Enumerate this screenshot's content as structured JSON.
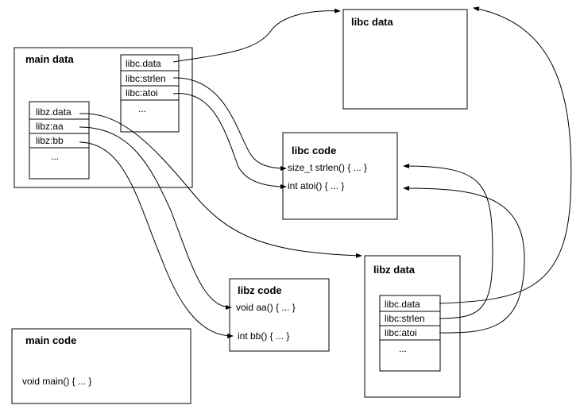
{
  "boxes": {
    "main_data": {
      "title": "main data",
      "libc_table": {
        "rows": [
          "libc.data",
          "libc:strlen",
          "libc:atoi",
          "..."
        ]
      },
      "libz_table": {
        "rows": [
          "libz.data",
          "libz:aa",
          "libz:bb",
          "..."
        ]
      }
    },
    "libc_data_top": {
      "title": "libc data"
    },
    "libc_code": {
      "title": "libc code",
      "lines": [
        "size_t strlen() { ... }",
        "int atoi() { ... }"
      ]
    },
    "libz_code": {
      "title": "libz code",
      "lines": [
        "void aa() { ... }",
        "int bb() { ... }"
      ]
    },
    "main_code": {
      "title": "main code",
      "lines": [
        "void main() { ... }"
      ]
    },
    "libz_data": {
      "title": "libz data",
      "table": {
        "rows": [
          "libc.data",
          "libc:strlen",
          "libc:atoi",
          "..."
        ]
      }
    }
  }
}
